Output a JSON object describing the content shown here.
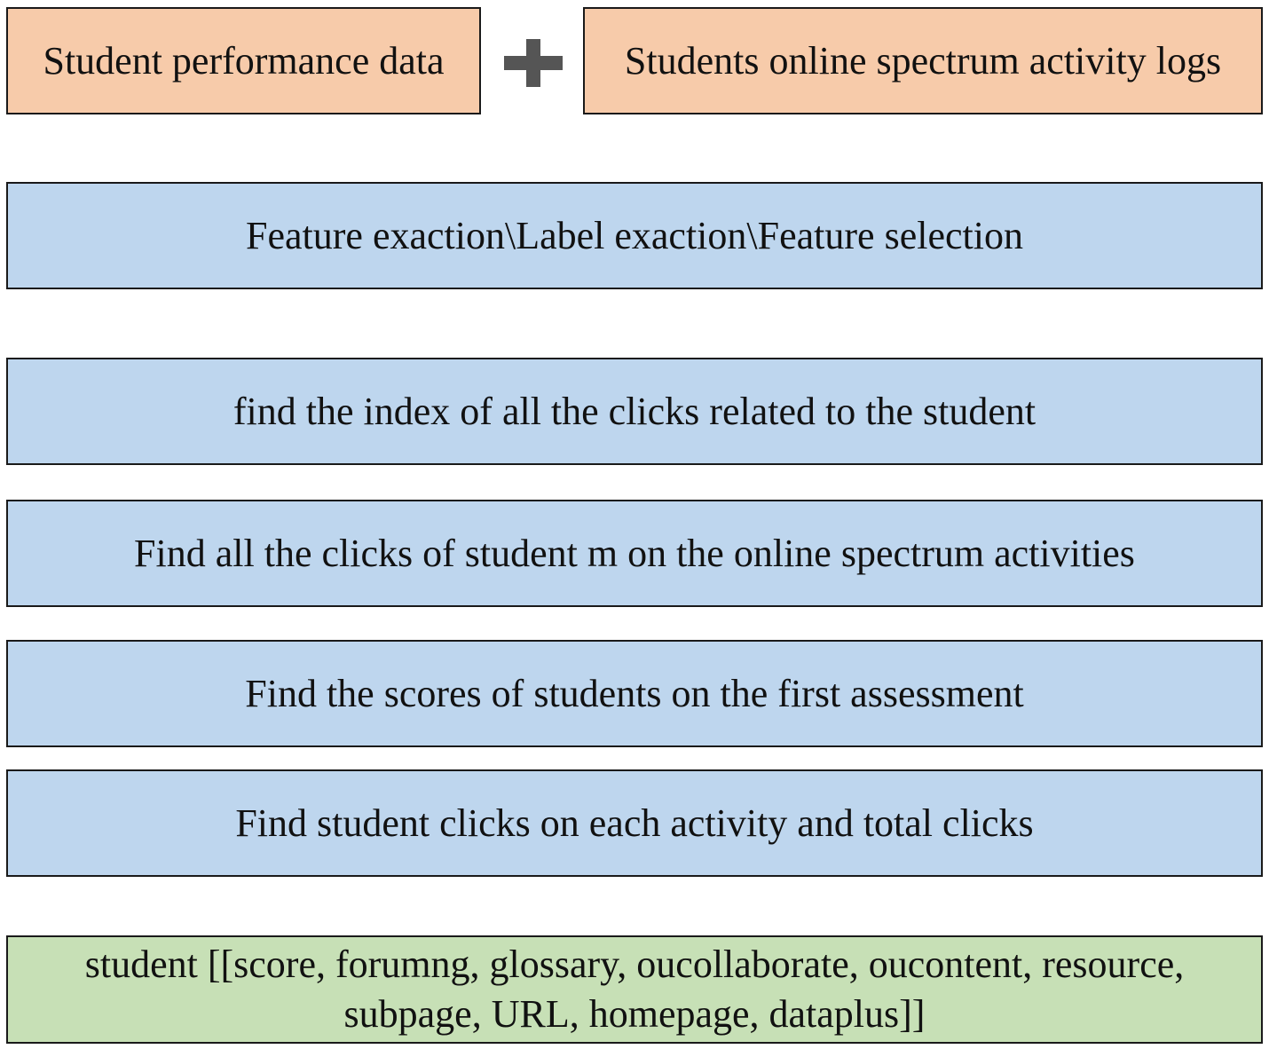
{
  "inputs": {
    "left": "Student performance data",
    "right": "Students online spectrum activity logs",
    "combine_icon": "plus-icon"
  },
  "steps": [
    "Feature exaction\\Label exaction\\Feature selection",
    "find the index of all the clicks related to the student",
    "Find all the clicks of student m on the online spectrum activities",
    "Find the scores of students on the first assessment",
    "Find student clicks on each activity and  total clicks"
  ],
  "output": {
    "line1": "student [[score, forumng, glossary, oucollaborate, oucontent, resource,",
    "line2": "subpage, URL, homepage, dataplus]]"
  },
  "colors": {
    "input_fill": "#f7cbaa",
    "step_fill": "#bed6ee",
    "output_fill": "#c7e0b6",
    "plus_fill": "#555555",
    "border": "#1a1a1a"
  }
}
